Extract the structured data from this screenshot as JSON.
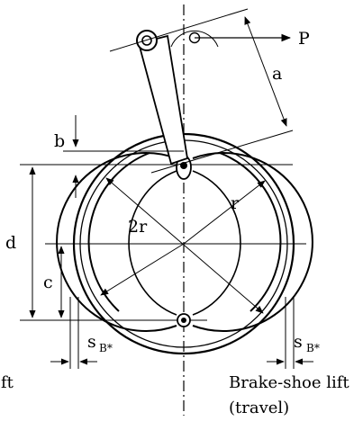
{
  "labels": {
    "force": "P",
    "a": "a",
    "b": "b",
    "d": "d",
    "c": "c",
    "r": "r",
    "two_r": "2r",
    "s_left_main": "s",
    "s_left_sub": "B*",
    "s_right_main": "s",
    "s_right_sub": "B*"
  },
  "captions": {
    "left_cut": "ft",
    "right_line1": "Brake-shoe lift",
    "right_line2": "(travel)"
  }
}
